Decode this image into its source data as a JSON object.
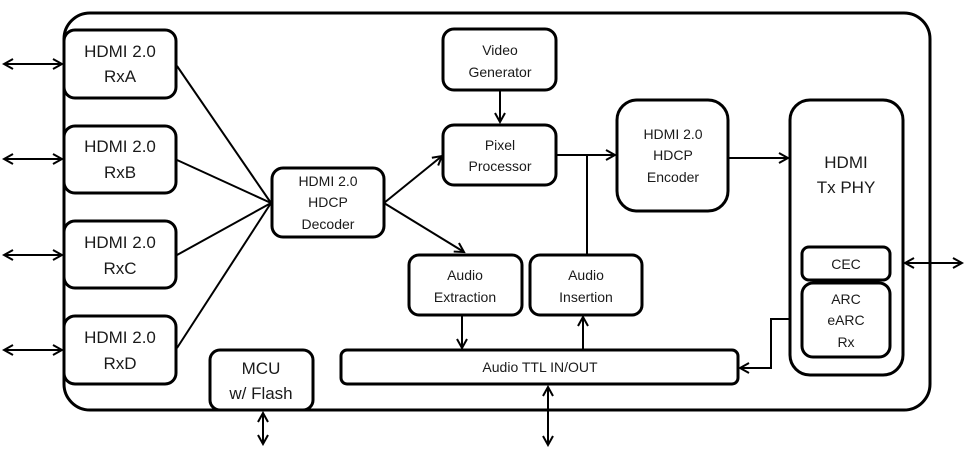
{
  "diagram": {
    "blocks": {
      "rxa": [
        "HDMI 2.0",
        "RxA"
      ],
      "rxb": [
        "HDMI 2.0",
        "RxB"
      ],
      "rxc": [
        "HDMI 2.0",
        "RxC"
      ],
      "rxd": [
        "HDMI 2.0",
        "RxD"
      ],
      "decoder": [
        "HDMI 2.0",
        "HDCP",
        "Decoder"
      ],
      "video_generator": [
        "Video",
        "Generator"
      ],
      "pixel_processor": [
        "Pixel",
        "Processor"
      ],
      "encoder": [
        "HDMI 2.0",
        "HDCP",
        "Encoder"
      ],
      "tx_phy": [
        "HDMI",
        "Tx PHY"
      ],
      "cec": [
        "CEC"
      ],
      "arc": [
        "ARC",
        "eARC",
        "Rx"
      ],
      "audio_extraction": [
        "Audio",
        "Extraction"
      ],
      "audio_insertion": [
        "Audio",
        "Insertion"
      ],
      "audio_ttl": [
        "Audio TTL IN/OUT"
      ],
      "mcu": [
        "MCU",
        "w/ Flash"
      ]
    },
    "connections": [
      {
        "from": "external",
        "to": "rxa",
        "type": "bidirectional"
      },
      {
        "from": "external",
        "to": "rxb",
        "type": "bidirectional"
      },
      {
        "from": "external",
        "to": "rxc",
        "type": "bidirectional"
      },
      {
        "from": "external",
        "to": "rxd",
        "type": "bidirectional"
      },
      {
        "from": "rxa",
        "to": "decoder",
        "type": "line"
      },
      {
        "from": "rxb",
        "to": "decoder",
        "type": "line"
      },
      {
        "from": "rxc",
        "to": "decoder",
        "type": "line"
      },
      {
        "from": "rxd",
        "to": "decoder",
        "type": "line"
      },
      {
        "from": "decoder",
        "to": "pixel_processor",
        "type": "arrow"
      },
      {
        "from": "decoder",
        "to": "audio_extraction",
        "type": "arrow"
      },
      {
        "from": "video_generator",
        "to": "pixel_processor",
        "type": "arrow"
      },
      {
        "from": "pixel_processor",
        "to": "encoder",
        "type": "arrow"
      },
      {
        "from": "audio_insertion",
        "to": "encoder",
        "type": "line"
      },
      {
        "from": "encoder",
        "to": "tx_phy",
        "type": "arrow"
      },
      {
        "from": "tx_phy",
        "to": "external",
        "type": "bidirectional"
      },
      {
        "from": "arc",
        "to": "audio_ttl",
        "type": "arrow"
      },
      {
        "from": "audio_extraction",
        "to": "audio_ttl",
        "type": "arrow"
      },
      {
        "from": "audio_ttl",
        "to": "audio_insertion",
        "type": "arrow"
      },
      {
        "from": "audio_ttl",
        "to": "external",
        "type": "bidirectional"
      },
      {
        "from": "mcu",
        "to": "external",
        "type": "bidirectional"
      }
    ]
  }
}
